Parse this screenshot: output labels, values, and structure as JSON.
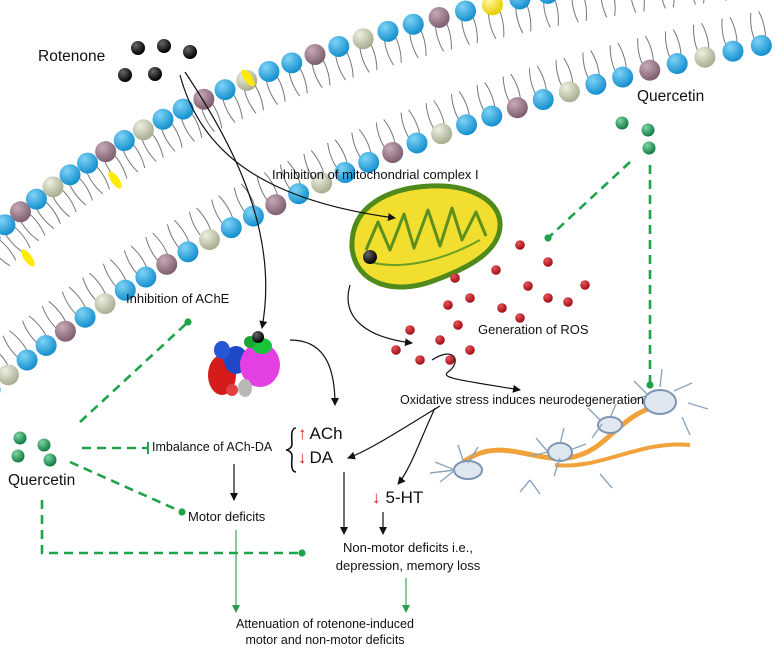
{
  "labels": {
    "rotenone": "Rotenone",
    "quercetin_top": "Quercetin",
    "quercetin_left": "Quercetin",
    "inhibition_complex": "Inhibition of mitochondrial complex I",
    "inhibition_ache": "Inhibition of AChE",
    "generation_ros": "Generation of ROS",
    "oxidative_stress": "Oxidative stress induces neurodegeneration",
    "imbalance": "Imbalance of ACh-DA",
    "ach": "ACh",
    "da": "DA",
    "ht5": "5-HT",
    "motor_deficits": "Motor deficits",
    "nonmotor_line1": "Non-motor deficits i.e.,",
    "nonmotor_line2": "depression, memory loss",
    "attenuation_line1": "Attenuation of rotenone-induced",
    "attenuation_line2": "motor and non-motor deficits"
  },
  "arrows": {
    "up": "↑",
    "down": "↓"
  },
  "colors": {
    "quercetin_green": "#1e9a5a",
    "dashed_green": "#1fa34a",
    "rotenone_black": "#111111",
    "ros_red": "#c0121b",
    "head_blue": "#29a8e0",
    "head_mauve": "#9c7d8d",
    "head_sage": "#c4c8b0",
    "head_yellow": "#ffe600",
    "mito_outer": "#5a8f1c",
    "mito_inner": "#d8c41a",
    "neuron_orange": "#f0a33a",
    "neuron_blue": "#9fb6cf"
  }
}
